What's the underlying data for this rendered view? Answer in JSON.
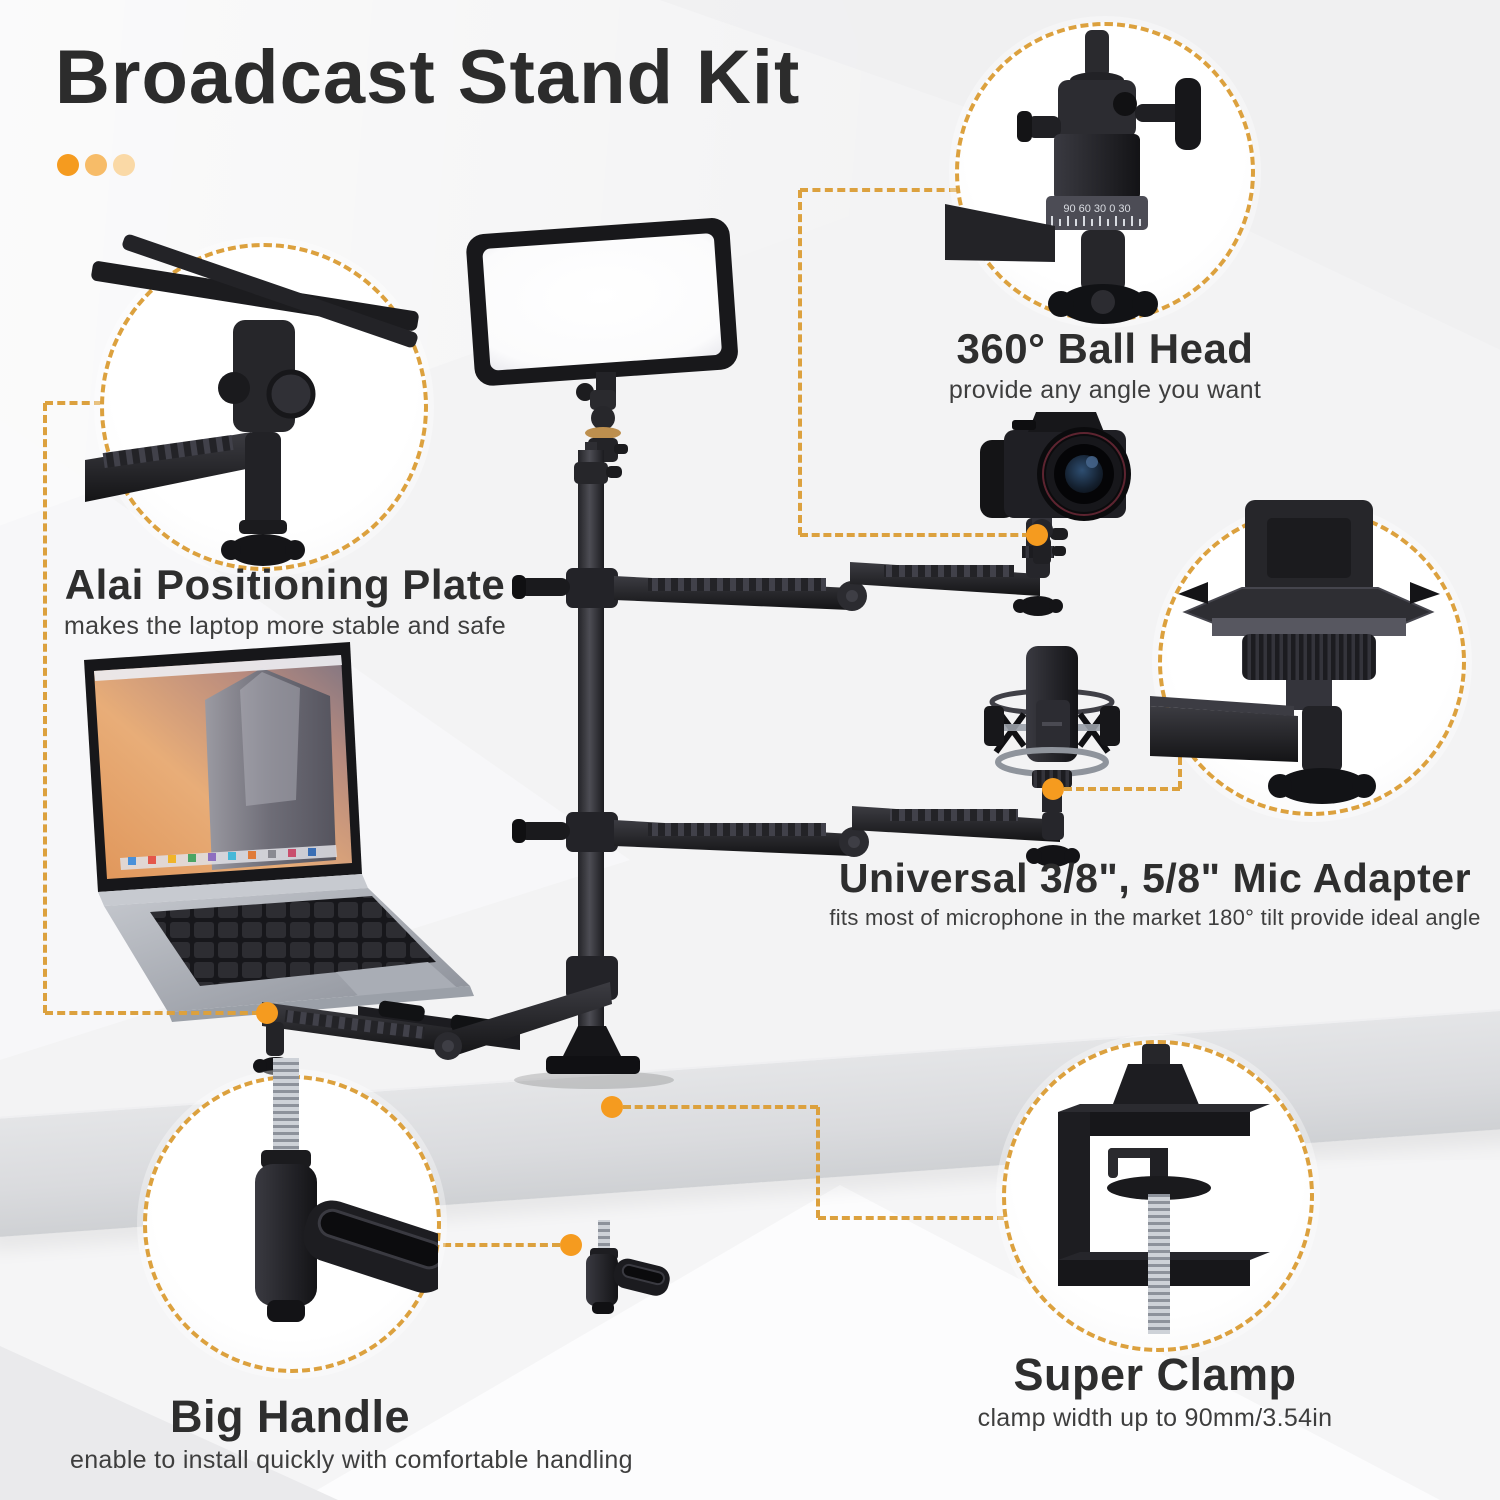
{
  "page": {
    "title": "Broadcast Stand Kit"
  },
  "callouts": {
    "ball_head": {
      "title": "360° Ball Head",
      "subtitle": "provide any angle you want"
    },
    "positioning_plate": {
      "title": "Alai Positioning Plate",
      "subtitle": "makes the laptop more stable and safe"
    },
    "mic_adapter": {
      "title": "Universal 3/8\", 5/8\" Mic Adapter",
      "subtitle": "fits most of microphone in the market 180° tilt provide ideal angle"
    },
    "super_clamp": {
      "title": "Super Clamp",
      "subtitle": "clamp width up to 90mm/3.54in"
    },
    "big_handle": {
      "title": "Big Handle",
      "subtitle": "enable to install quickly with comfortable handling"
    }
  },
  "product": {
    "ball_head_dial_markings": "90 60 30 0 30"
  },
  "colors": {
    "accent_dot": "#F59B1F",
    "dash": "#DCA13E",
    "heading": "#2E2E2E",
    "subtitle": "#3E3E3E",
    "background": "#F3F3F4",
    "desk": "#D9DADD"
  },
  "decor": {
    "dot_colors": [
      "#F59B1F",
      "#F7BC68",
      "#FAD9A6"
    ]
  }
}
